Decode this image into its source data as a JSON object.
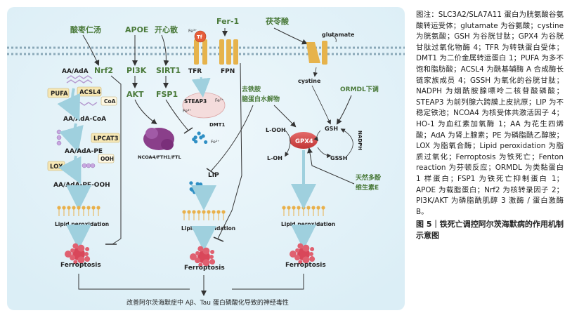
{
  "diagram": {
    "herbs": {
      "suanzaoren": "酸枣仁汤",
      "apoe": "APOE",
      "kaixinsan": "开心散",
      "fer1": "Fer-1",
      "fuling": "茯苓酸",
      "quti": "去铁胺",
      "naodanbai": "脑蛋白水解物",
      "tianran": "天然多酚",
      "vitamin_e": "维生素E"
    },
    "nodes": {
      "nrf2": "Nrf2",
      "pi3k": "PI3K",
      "sirt1": "SIRT1",
      "akt": "AKT",
      "fsp1": "FSP1",
      "gpx4": "GPX4",
      "lip": "LIP",
      "ormdl": "ORMDL下调",
      "tfr": "TFR",
      "fpn": "FPN",
      "tf": "Tf",
      "steap3": "STEAP3",
      "dmt1": "DMT1",
      "fe3": "Fe³⁺",
      "fe2": "Fe²⁺",
      "ncoa4": "NCOA4/FTH1/FTL",
      "glutamate": "glutamate",
      "cystine": "cystine",
      "gsh": "GSH",
      "gssh": "GSSH",
      "nadph": "NADPH",
      "looh": "L-OOH",
      "loh": "L-OH"
    },
    "lipid": {
      "aa_ada": "AA/AdA",
      "pufa": "PUFA",
      "acsl4": "ACSL4",
      "coa": "CoA",
      "aa_coa": "AA/AdA-CoA",
      "lpcat3": "LPCAT3",
      "aa_pe": "AA/AdA-PE",
      "lox": "LOX",
      "ooh": "OOH",
      "aa_pe_ooh": "AA/AdA-PE-OOH"
    },
    "lipid_perox": "Lipid peroxidation",
    "ferroptosis": "Ferroptosis",
    "bottom": "改善阿尔茨海默症中 Aβ、Tau 蛋白磷酸化导致的神经毒性"
  },
  "caption": {
    "body": "图注：SLC3A2/SLA7A11 蛋白为胱氨酸谷氨酸转运受体；glutamate 为谷氨酸；cystine 为胱氨酸；GSH 为谷胱甘肽；GPX4 为谷胱甘肽过氧化物酶 4；TFR 为转铁蛋白受体；DMT1 为二价金属转运蛋白 1；PUFA 为多不饱和脂肪酸；ACSL4 为酰基辅酶 A 合成酶长链家族成员 4；GSSH 为氧化的谷胱甘肽；NADPH 为烟酰胺腺嘌呤二核苷酸磷酸；STEAP3 为前列腺六跨膜上皮抗原；LIP 为不稳定铁池；NCOA4 为核受体共激活因子 4；HO-1 为血红素加氧酶 1；AA 为花生四烯酸；AdA 为肾上腺素；PE 为磷脂酰乙醇胺；LOX 为脂氧合酶；Lipid peroxidation 为脂质过氧化；Ferroptosis 为铁死亡；Fenton reaction 为芬顿反应；ORMDL 为类黏蛋白 1 样蛋白；FSP1 为铁死亡抑制蛋白 1；APOE 为载脂蛋白；Nrf2 为核转录因子 2；PI3K/AKT 为磷脂酰肌醇 3 激酶 / 蛋白激酶 B。",
    "title": "图 5｜铁死亡调控阿尔茨海默病的作用机制示意图"
  }
}
